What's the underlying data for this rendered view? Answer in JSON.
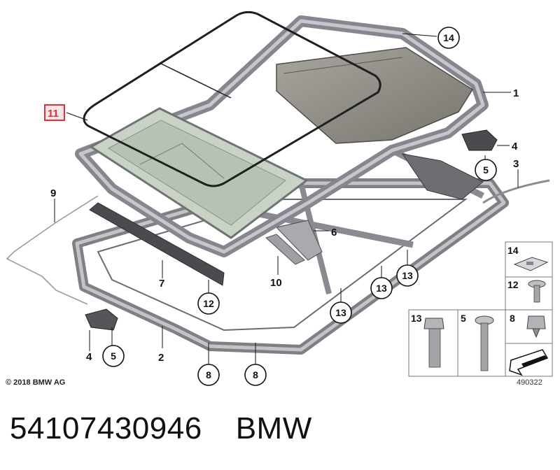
{
  "callouts": {
    "c1": "1",
    "c2": "2",
    "c3": "3",
    "c4a": "4",
    "c4b": "4",
    "c5a": "5",
    "c5b": "5",
    "c6": "6",
    "c7": "7",
    "c8a": "8",
    "c8b": "8",
    "c9": "9",
    "c10": "10",
    "c11": "11",
    "c12": "12",
    "c13a": "13",
    "c13b": "13",
    "c13c": "13",
    "c14": "14"
  },
  "legend": {
    "l14": "14",
    "l12": "12",
    "l8": "8",
    "l13": "13",
    "l5": "5"
  },
  "copyright": "© 2018 BMW AG",
  "figure_number": "490322",
  "part_number": "54107430946",
  "brand": "BMW",
  "colors": {
    "frame": "#8e8f93",
    "frame_dark": "#55575b",
    "glass": "#c9d3c6",
    "highlight": "#e0303a"
  }
}
